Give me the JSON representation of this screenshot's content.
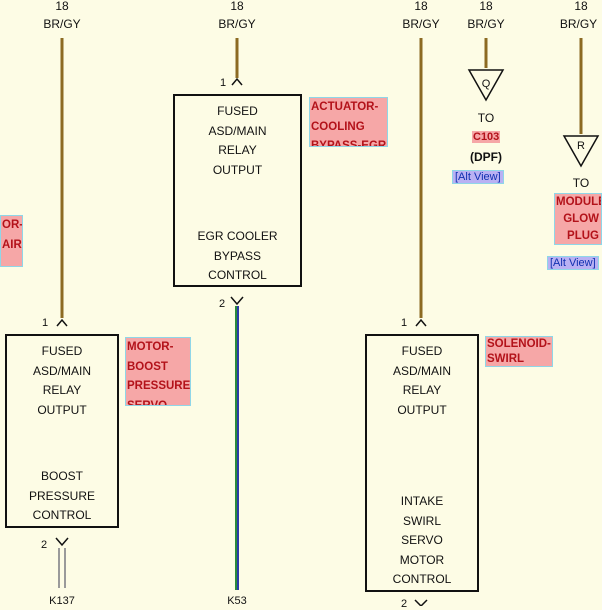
{
  "wires": [
    {
      "gauge": "18",
      "color": "BR/GY"
    },
    {
      "gauge": "18",
      "color": "BR/GY"
    },
    {
      "gauge": "18",
      "color": "BR/GY"
    },
    {
      "gauge": "18",
      "color": "BR/GY"
    },
    {
      "gauge": "18",
      "color": "BR/GY"
    }
  ],
  "boxes": {
    "egr": {
      "lines": [
        "FUSED",
        "ASD/MAIN",
        "RELAY",
        "OUTPUT",
        "EGR COOLER",
        "BYPASS",
        "CONTROL"
      ],
      "pin_in": "1",
      "pin_out": "2"
    },
    "boost": {
      "lines": [
        "FUSED",
        "ASD/MAIN",
        "RELAY",
        "OUTPUT",
        "BOOST",
        "PRESSURE",
        "CONTROL"
      ],
      "pin_in": "1",
      "pin_out": "2"
    },
    "swirl": {
      "lines": [
        "FUSED",
        "ASD/MAIN",
        "RELAY",
        "OUTPUT",
        "INTAKE",
        "SWIRL",
        "SERVO",
        "MOTOR",
        "CONTROL"
      ],
      "pin_in": "1",
      "pin_out": "2"
    }
  },
  "components": {
    "actuator": [
      "ACTUATOR-",
      "COOLING",
      "BYPASS-EGR"
    ],
    "motor": [
      "MOTOR-",
      "BOOST",
      "PRESSURE",
      "SERVO"
    ],
    "solenoid": [
      "SOLENOID-",
      "SWIRL"
    ],
    "left_partial": [
      "OR-",
      "AIR",
      ""
    ],
    "glow": [
      "MODULE",
      "GLOW",
      "PLUG"
    ]
  },
  "offpage": {
    "q": {
      "letter": "Q",
      "to": "TO",
      "connector": "C103",
      "sub": "(DPF)",
      "alt": "[Alt View]"
    },
    "r": {
      "letter": "R",
      "to": "TO",
      "alt": "[Alt View]"
    }
  },
  "bottom_labels": {
    "k137": "K137",
    "k53": "K53"
  },
  "colors": {
    "brown_wire": "#8c6a22",
    "green_wire": "#2a8a3c",
    "blue_wire": "#2a3aa8",
    "gray_wire": "#9a9a9a",
    "component_fill": "#f6a7a7",
    "component_text": "#b3121a"
  }
}
